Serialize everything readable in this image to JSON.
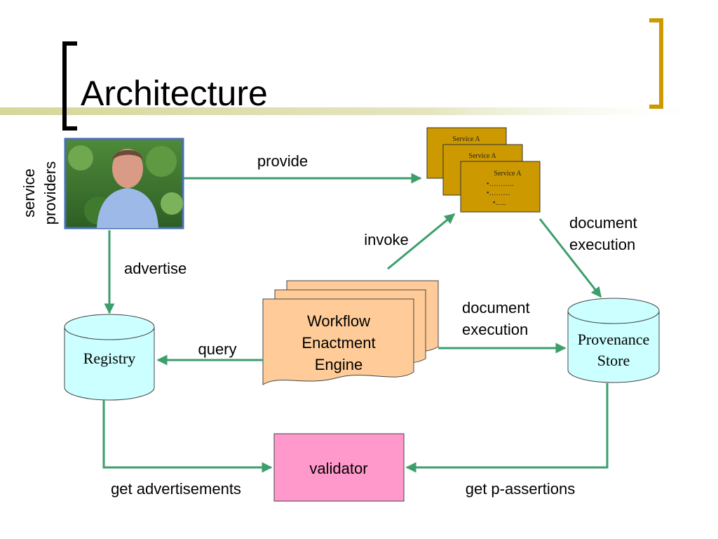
{
  "slide": {
    "title": "Architecture",
    "service_providers_label": [
      "service",
      "providers"
    ]
  },
  "nodes": {
    "service_card_title": "Service A",
    "service_card_bullets": [
      "•………..",
      "•………",
      "•….."
    ],
    "workflow_engine": [
      "Workflow",
      "Enactment",
      "Engine"
    ],
    "registry": "Registry",
    "provenance_store": [
      "Provenance",
      "Store"
    ],
    "validator": "validator"
  },
  "edges": {
    "provide": "provide",
    "advertise": "advertise",
    "invoke": "invoke",
    "document_execution_service": [
      "document",
      "execution"
    ],
    "document_execution_engine": [
      "document",
      "execution"
    ],
    "query": "query",
    "get_advertisements": "get advertisements",
    "get_p_assertions": "get p-assertions"
  },
  "colors": {
    "arrow": "#3d9e6c",
    "service_card": "#cc9900",
    "engine": "#ffcc99",
    "cylinder": "#ccffff",
    "validator": "#ff99cc",
    "bracket_left": "#000000",
    "bracket_right": "#cc9900",
    "title_band": "#d6d79a"
  },
  "icons": {
    "photo": "person-photo-icon"
  }
}
